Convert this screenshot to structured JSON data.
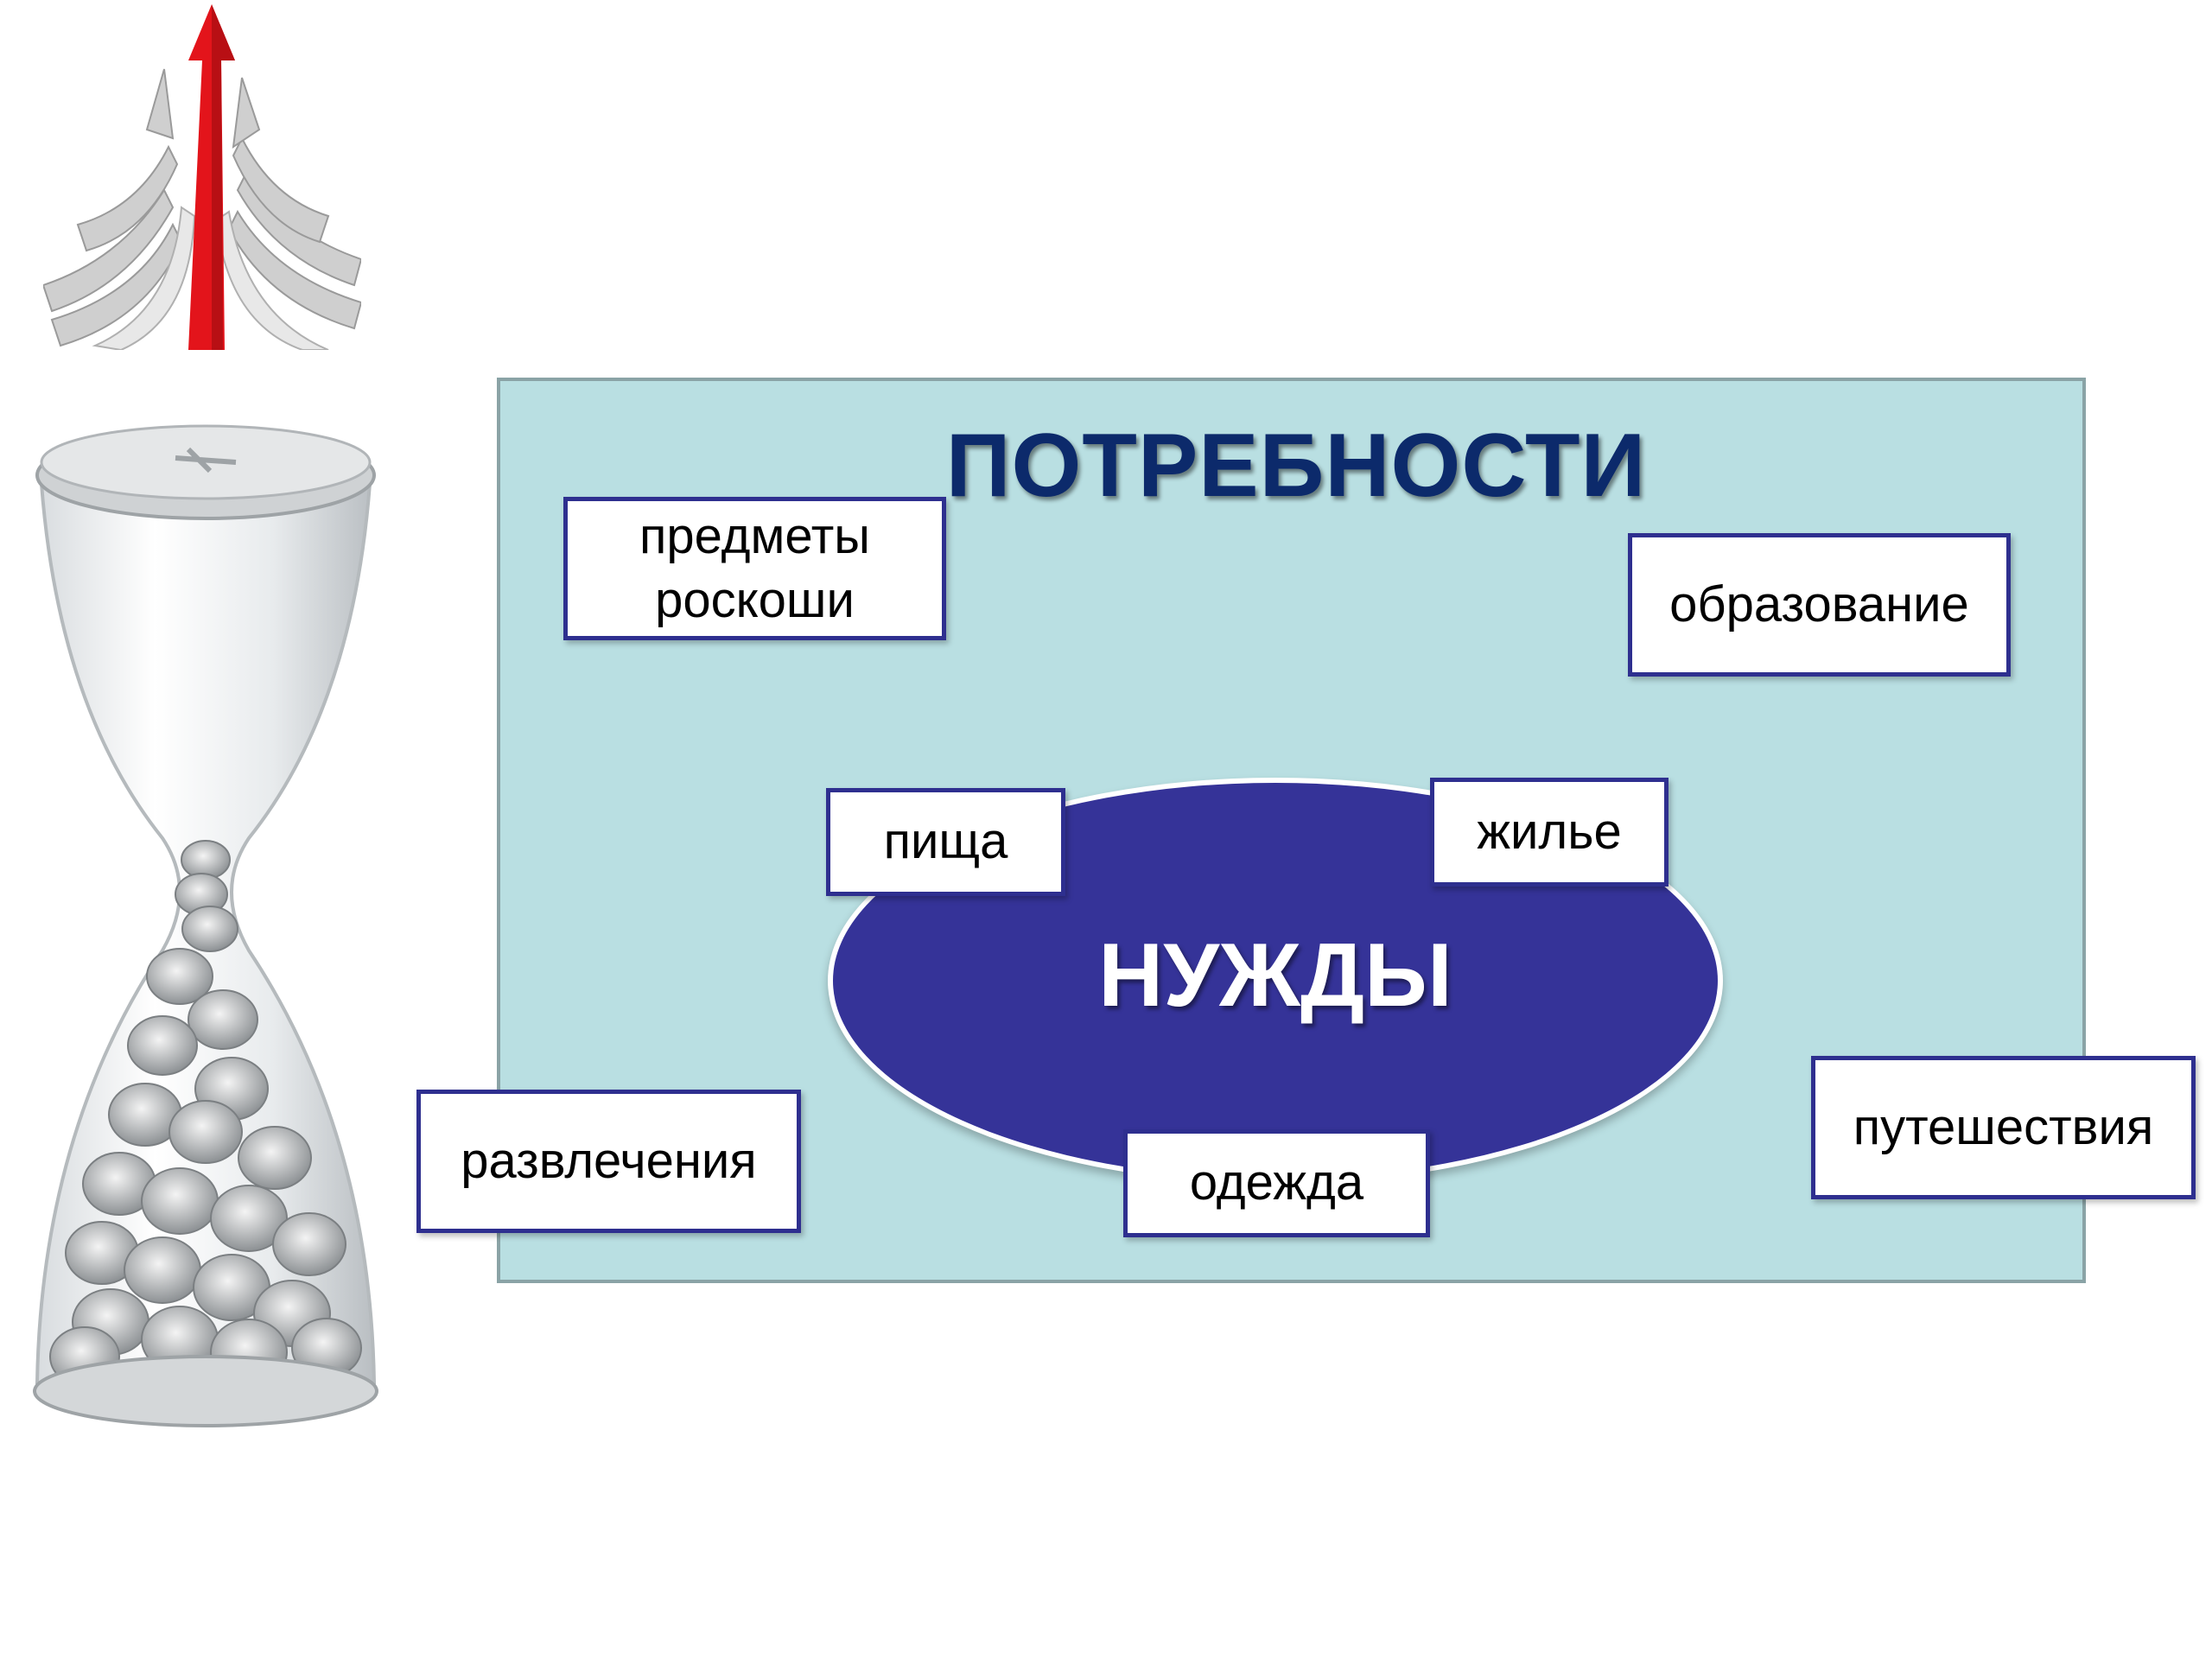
{
  "title": "ПОТРЕБНОСТИ",
  "core": {
    "label": "НУЖДЫ"
  },
  "inner_items": {
    "food": "пища",
    "housing": "жилье",
    "clothing": "одежда"
  },
  "outer_items": {
    "luxury_line1": "предметы",
    "luxury_line2": "роскоши",
    "education": "образование",
    "entertainment": "развлечения",
    "travel": "путешествия"
  },
  "colors": {
    "panel": "#b9dfe2",
    "title": "#0c2a6b",
    "core": "#353398",
    "box_border": "#2e2f8f",
    "arrow": "#e3141b"
  }
}
